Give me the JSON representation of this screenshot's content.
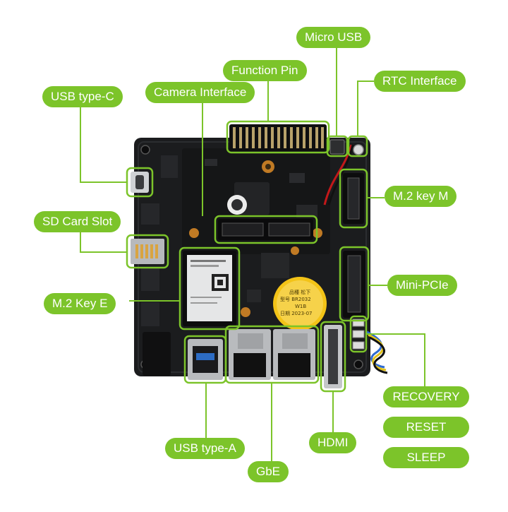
{
  "colors": {
    "accent": "#7cc42a",
    "board": "#1b1c1e",
    "board_dark": "#0e0f10",
    "chip": "#2a2b2e",
    "metal": "#c9cbce",
    "gold": "#d6a84a",
    "battery": "#f3c317"
  },
  "labels": {
    "micro_usb": "Micro USB",
    "function_pin": "Function Pin",
    "rtc_interface": "RTC Interface",
    "usb_type_c": "USB type-C",
    "camera_interface": "Camera Interface",
    "m2_key_m": "M.2 key M",
    "sd_card_slot": "SD Card Slot",
    "mini_pcie": "Mini-PCIe",
    "m2_key_e": "M.2 Key E",
    "recovery": "RECOVERY",
    "reset": "RESET",
    "sleep": "SLEEP",
    "usb_type_a": "USB type-A",
    "hdmi": "HDMI",
    "gbe": "GbE"
  },
  "board_markings": {
    "battery_line1": "品種 松下",
    "battery_line2": "型号 BR2032",
    "battery_line3": "W1B",
    "battery_line4": "日期 2023-07"
  }
}
